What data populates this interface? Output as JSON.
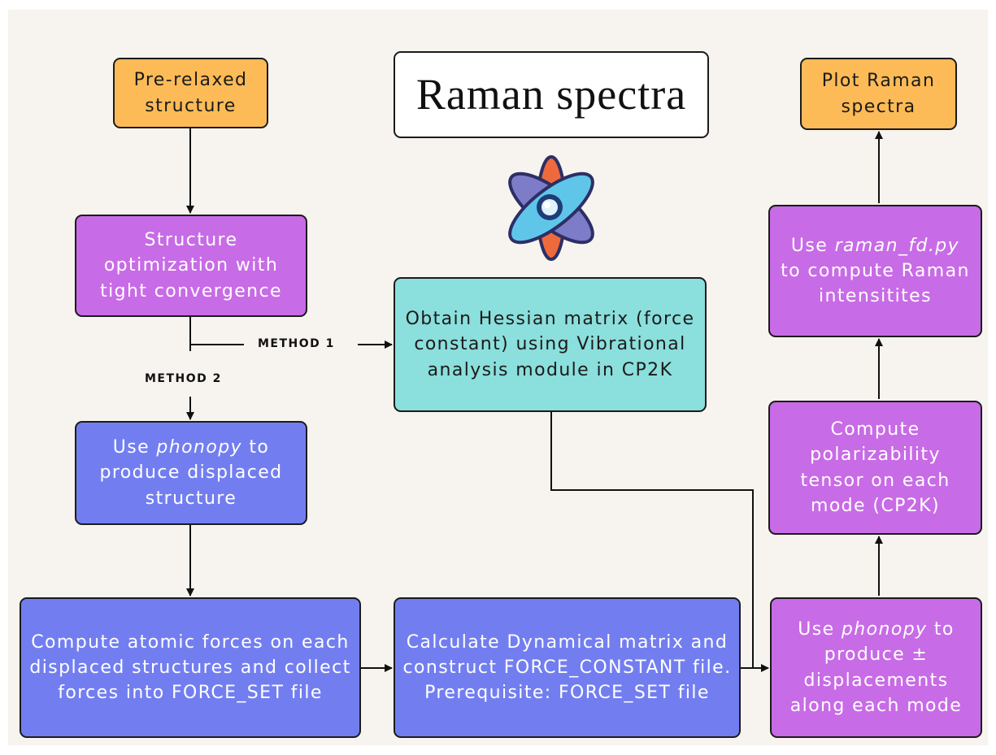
{
  "title": "Raman spectra",
  "nodes": {
    "pre_relaxed": "Pre-relaxed structure",
    "structure_opt": "Structure optimization with tight convergence",
    "hessian": "Obtain Hessian matrix (force constant) using Vibrational analysis module in CP2K",
    "phonopy_displaced": {
      "pre": "Use ",
      "em": "phonopy",
      "post": " to produce displaced structure"
    },
    "compute_forces": "Compute atomic forces on each displaced structures and collect forces into FORCE_SET file",
    "dynamical_matrix": "Calculate Dynamical matrix and construct FORCE_CONSTANT file. Prerequisite: FORCE_SET file",
    "phonopy_pm": {
      "pre": "Use ",
      "em": "phonopy",
      "post": " to produce ± displacements along each mode"
    },
    "polarizability": "Compute polarizability tensor on each mode (CP2K)",
    "raman_fd": {
      "pre": "Use ",
      "em": "raman_fd.py",
      "post": " to compute Raman intensitites"
    },
    "plot": "Plot Raman spectra"
  },
  "labels": {
    "method1": "METHOD 1",
    "method2": "METHOD 2"
  },
  "icon": "atom-icon",
  "colors": {
    "background": "#f7f3ee",
    "orange": "#fdbb57",
    "magenta": "#c86be6",
    "blue": "#727ef0",
    "teal": "#8bdfdc"
  }
}
